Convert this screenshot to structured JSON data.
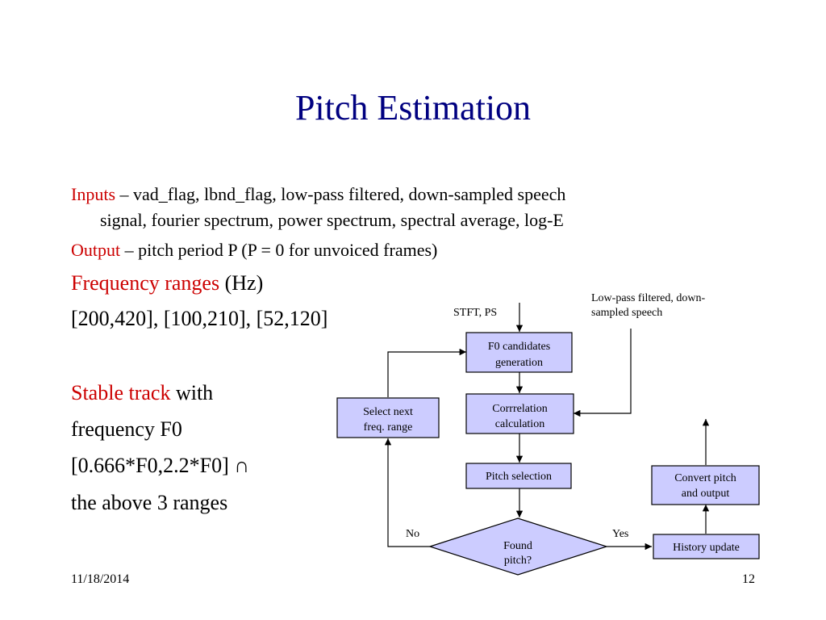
{
  "slide": {
    "title": "Pitch Estimation",
    "inputs_label": "Inputs",
    "inputs_text_1": " – vad_flag, lbnd_flag, low-pass filtered, down-sampled speech",
    "inputs_text_2": "signal, fourier spectrum, power spectrum, spectral average, log-E",
    "output_label": "Output",
    "output_text": " – pitch period P (P = 0 for unvoiced frames)",
    "freq_label": "Frequency ranges",
    "freq_unit": " (Hz)",
    "freq_values": "[200,420], [100,210], [52,120]",
    "stable_label": "Stable track",
    "stable_text_1": " with",
    "stable_text_2": "frequency F0",
    "stable_text_3": "[0.666*F0,2.2*F0]  ∩",
    "stable_text_4": "the above 3 ranges"
  },
  "diagram": {
    "input_stft": "STFT, PS",
    "input_speech_1": "Low-pass filtered, down-",
    "input_speech_2": "sampled speech",
    "box_f0_1": "F0 candidates",
    "box_f0_2": "generation",
    "box_corr_1": "Corrrelation",
    "box_corr_2": "calculation",
    "box_pitch_sel": "Pitch selection",
    "decision_1": "Found",
    "decision_2": "pitch?",
    "label_no": "No",
    "label_yes": "Yes",
    "box_select_1": "Select next",
    "box_select_2": "freq. range",
    "box_history": "History update",
    "box_convert_1": "Convert pitch",
    "box_convert_2": "and output",
    "fill_color": "#ccccff"
  },
  "footer": {
    "date": "11/18/2014",
    "page": "12"
  }
}
